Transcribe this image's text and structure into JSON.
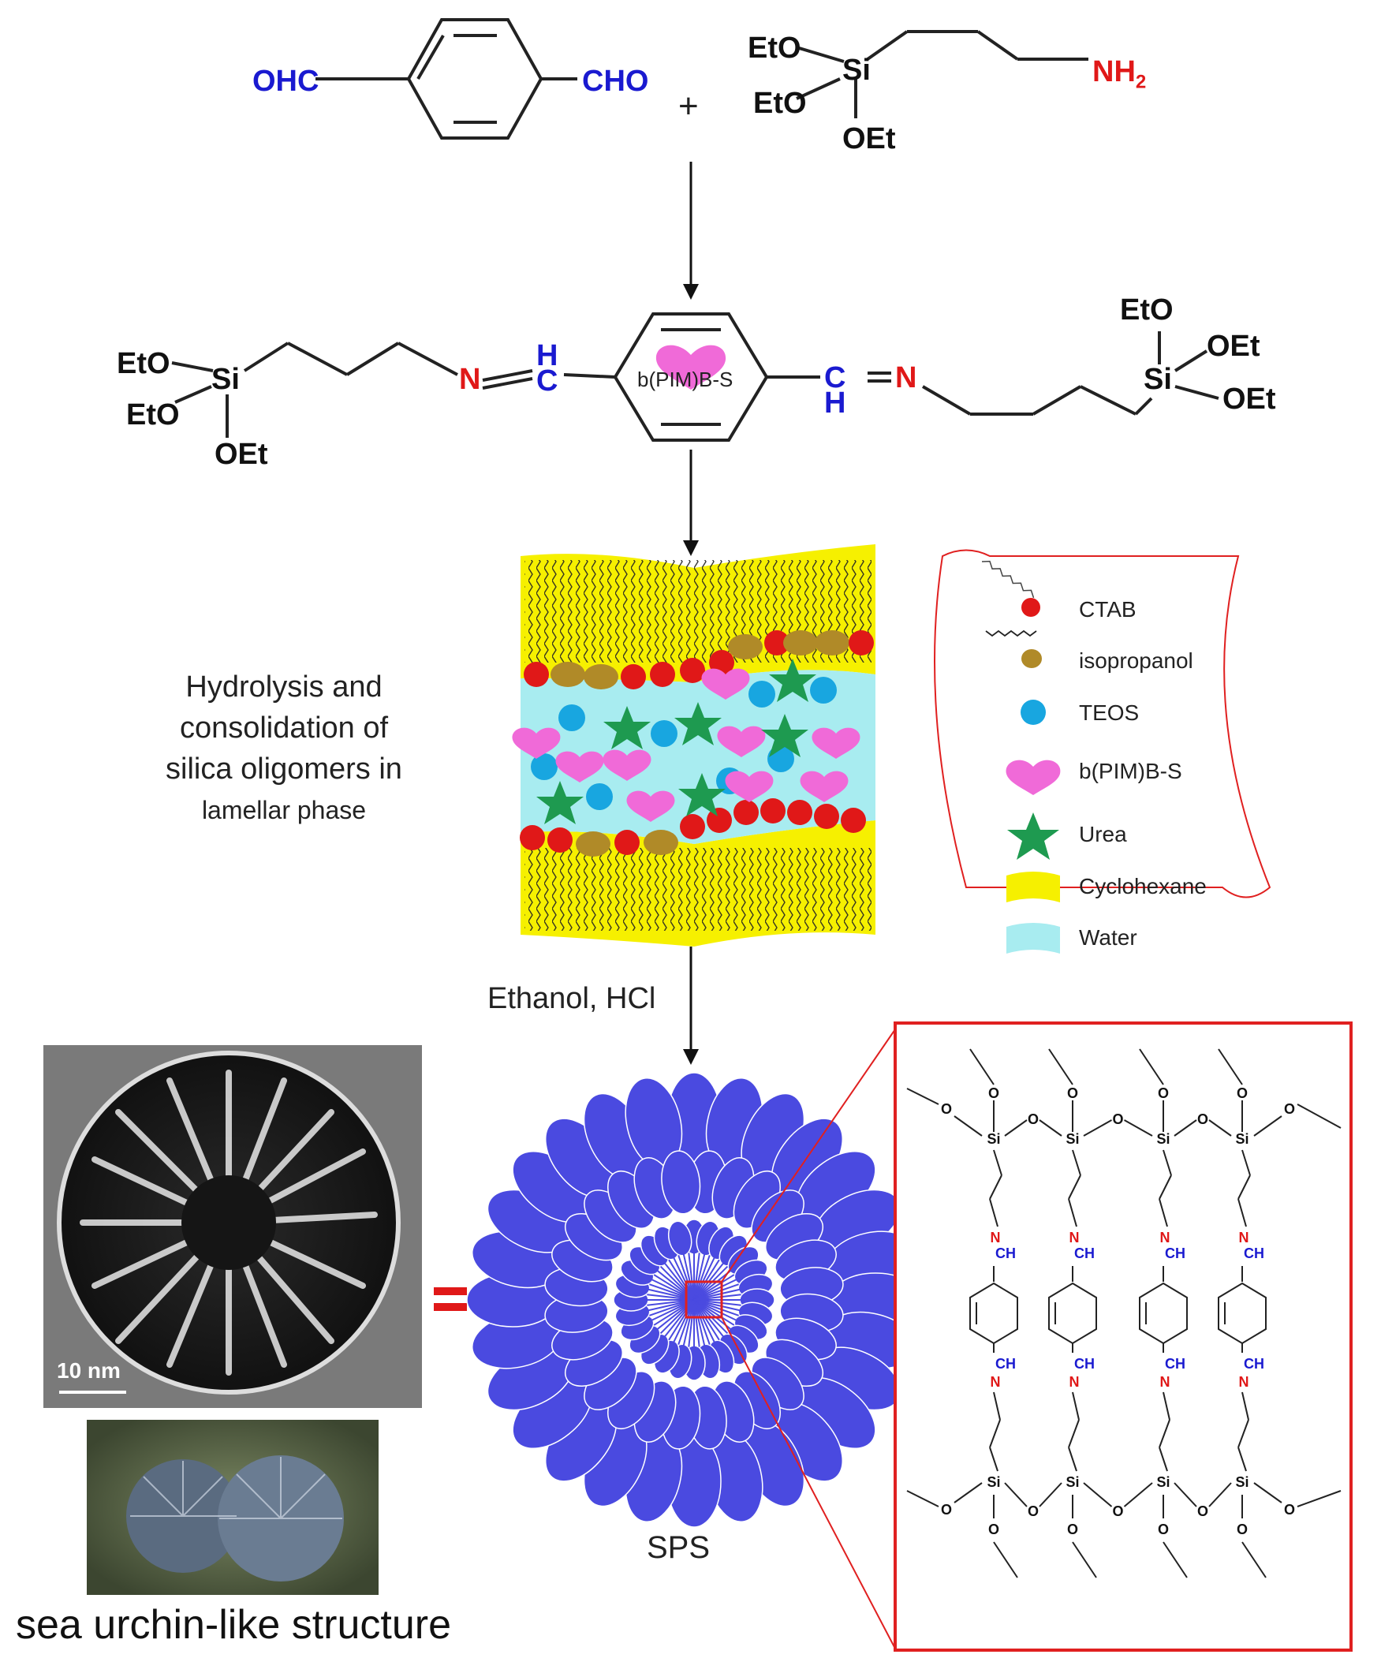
{
  "reactants": {
    "aldehyde_left": "OHC",
    "aldehyde_right": "CHO",
    "plus": "+",
    "silane_eto1": "EtO",
    "silane_si": "Si",
    "silane_eto2": "EtO",
    "silane_oet": "OEt",
    "silane_amine": "NH2"
  },
  "precursor": {
    "left_eto1": "EtO",
    "left_si": "Si",
    "left_eto2": "EtO",
    "left_oet": "OEt",
    "left_n": "N",
    "left_h": "H",
    "left_c": "C",
    "ring_label": "b(PIM)B-S",
    "right_c": "C",
    "right_h": "H",
    "right_n": "N",
    "right_eto": "EtO",
    "right_oet1": "OEt",
    "right_si": "Si",
    "right_oet2": "OEt"
  },
  "step_description": [
    "Hydrolysis and",
    "consolidation of",
    "silica oligomers in",
    "lamellar phase"
  ],
  "legend": {
    "items": [
      "CTAB",
      "isopropanol",
      "TEOS",
      "b(PIM)B-S",
      "Urea",
      "Cyclohexane",
      "Water"
    ]
  },
  "reagents": "Ethanol, HCl",
  "product_label": "SPS",
  "scale_bar": "10 nm",
  "equals": "=",
  "caption": "sea urchin-like structure",
  "network": {
    "si": "Si",
    "o": "O",
    "n": "N",
    "ch": "CH"
  },
  "colors": {
    "heading_blue": "#1a1ad0",
    "amine_red": "#e01818",
    "cyclohexane": "#f6f000",
    "water": "#a8ecf0",
    "teos": "#18a6e0",
    "heart": "#f06ad8",
    "urea": "#1e9a50",
    "sps": "#4a4ae0",
    "frame": "#e02020"
  }
}
